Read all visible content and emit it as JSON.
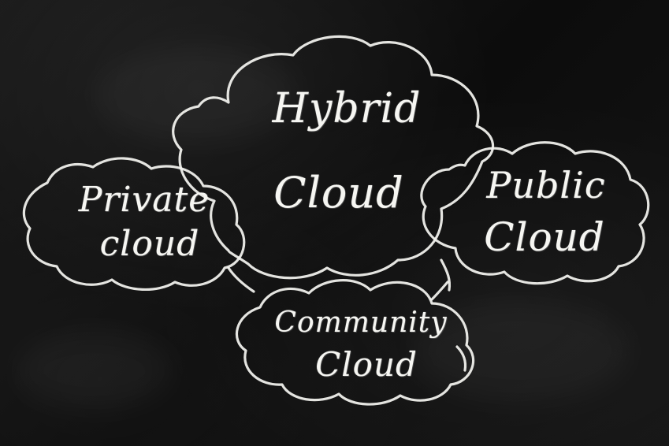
{
  "background_color": "#0e0e0e",
  "chalk_color": "#f4f4f0",
  "clouds": {
    "hybrid": {
      "line1": "Hybrid",
      "line2": "Cloud"
    },
    "private": {
      "line1": "Private",
      "line2": "cloud"
    },
    "public": {
      "line1": "Public",
      "line2": "Cloud"
    },
    "community": {
      "line1": "Community",
      "line2": "Cloud"
    }
  }
}
